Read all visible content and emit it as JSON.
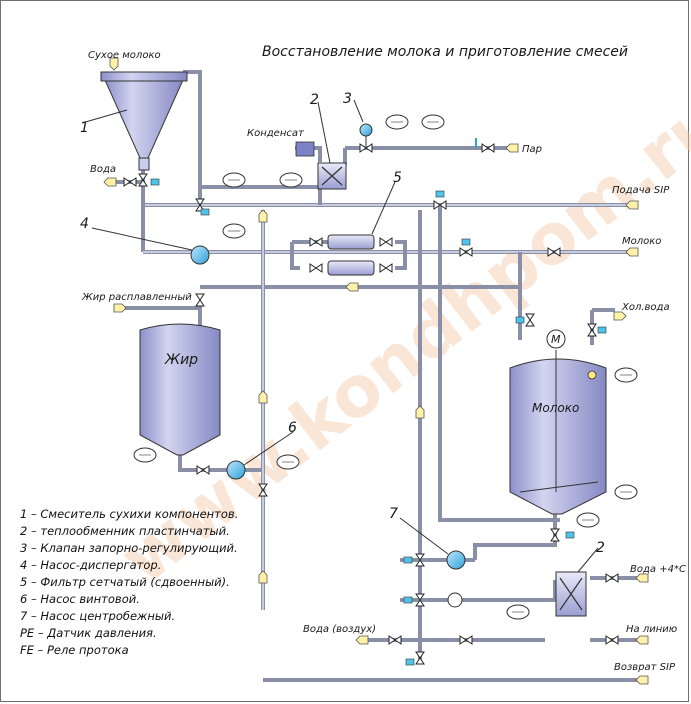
{
  "title": "Восстановление молока и приготовление смесей",
  "watermark": "www.kondhpom.ru",
  "labels": {
    "dry_milk": "Сухое молоко",
    "water": "Вода",
    "condensate": "Конденсат",
    "steam": "Пар",
    "sip_supply": "Подача SIP",
    "milk_out": "Молоко",
    "melted_fat": "Жир расплавленный",
    "cold_water": "Хол.вода",
    "fat_tank": "Жир",
    "milk_tank": "Молоко",
    "water_4c": "Вода +4*С",
    "water_air": "Вода (воздух)",
    "to_line": "На линию",
    "sip_return": "Возврат SIP",
    "motor": "M"
  },
  "numbers": {
    "n1": "1",
    "n2": "2",
    "n3": "3",
    "n4": "4",
    "n5": "5",
    "n6": "6",
    "n7": "7",
    "n2b": "2"
  },
  "legend": [
    "1 – Смеситель сухихи компонентов.",
    "2 – теплообменник пластинчатый.",
    "3 – Клапан запорно-регулирующий.",
    "4 – Насос-диспергатор.",
    "5 – Фильтр сетчатый (сдвоенный).",
    "6 – Насос винтовой.",
    "7 – Насос центробежный.",
    "PE – Датчик давления.",
    "FE – Реле протока"
  ],
  "colors": {
    "vessel": "#a7abd9",
    "pipe": "#8a8fa8",
    "pump": "#4fb6e6",
    "sensor_yellow": "#ffe980",
    "actuator": "#2aa7c4"
  }
}
